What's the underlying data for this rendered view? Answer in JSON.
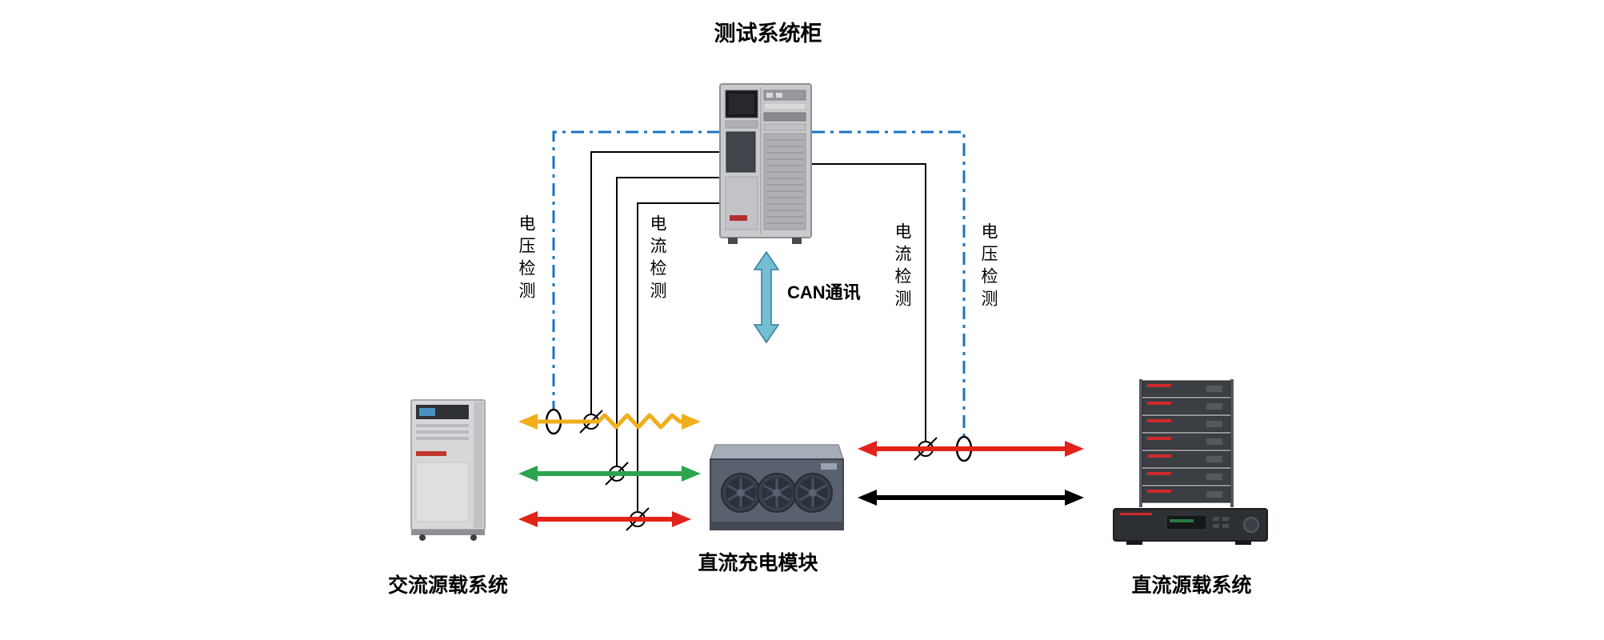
{
  "diagram": {
    "title": "测试系统柜",
    "can_label": "CAN通讯",
    "sense_labels": {
      "voltage_left": "电压检测",
      "current_left": "电流检测",
      "current_right": "电流检测",
      "voltage_right": "电压检测"
    },
    "equipment": {
      "test_cabinet_label": "测试系统柜",
      "ac_source_label": "交流源载系统",
      "dc_module_label": "直流充电模块",
      "dc_source_label": "直流源载系统"
    },
    "colors": {
      "voltage_sense": "#1b74c5",
      "current_sense": "#000000",
      "ac_phase_yellow": "#f0ae1c",
      "ac_phase_green": "#2ca44e",
      "power_red": "#e2231a",
      "power_black": "#000000",
      "can_arrow": "#74bdd2"
    }
  }
}
